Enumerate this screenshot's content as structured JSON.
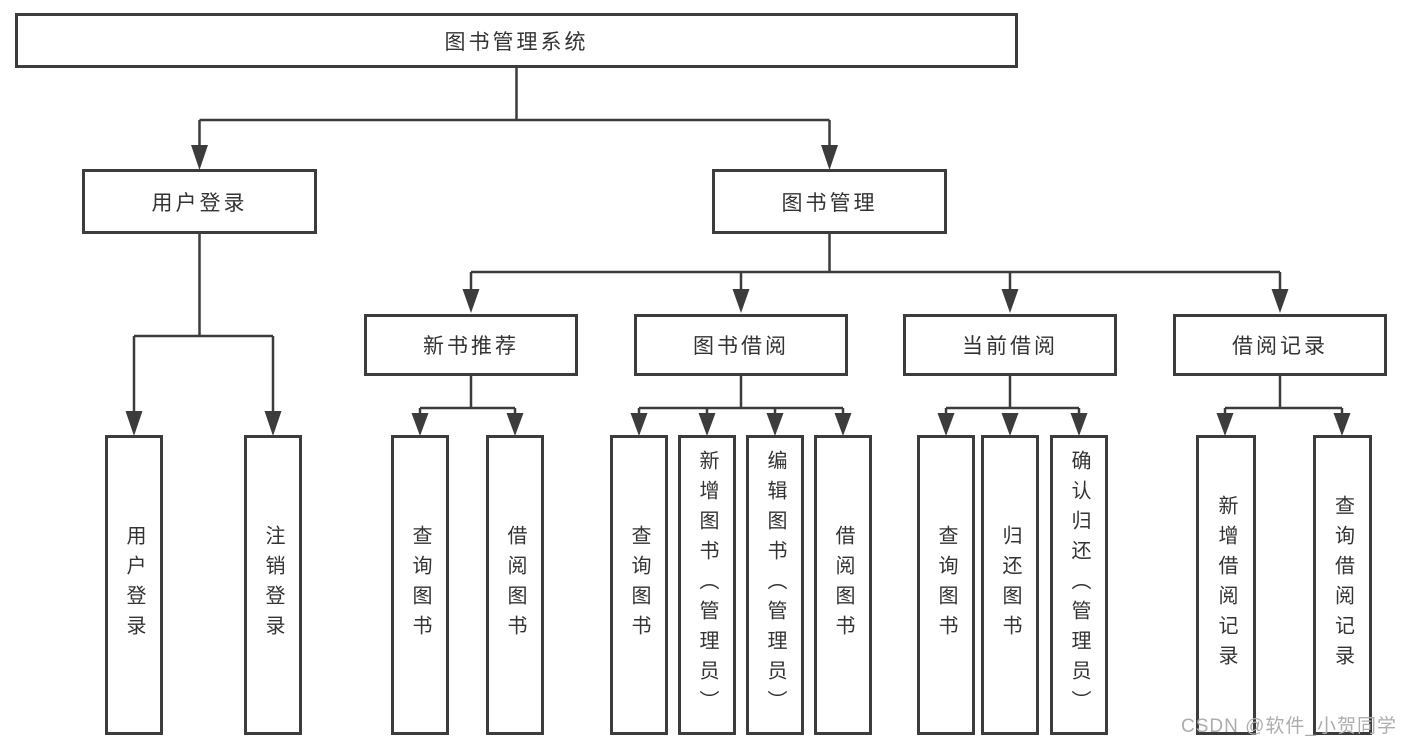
{
  "colors": {
    "line": "#3c3c3c",
    "box_border": "#3c3c3c",
    "box_background": "#ffffff",
    "text": "#333333",
    "watermark": "#adadad"
  },
  "tree": {
    "root": {
      "label": "图书管理系统"
    },
    "branches": [
      {
        "label": "用户登录",
        "children": [
          "用户登录",
          "注销登录"
        ]
      },
      {
        "label": "图书管理",
        "children": [
          {
            "label": "新书推荐",
            "children": [
              "查询图书",
              "借阅图书"
            ]
          },
          {
            "label": "图书借阅",
            "children": [
              "查询图书",
              "新增图书（管理员）",
              "编辑图书（管理员）",
              "借阅图书"
            ]
          },
          {
            "label": "当前借阅",
            "children": [
              "查询图书",
              "归还图书",
              "确认归还（管理员）"
            ]
          },
          {
            "label": "借阅记录",
            "children": [
              "新增借阅记录",
              "查询借阅记录"
            ]
          }
        ]
      }
    ]
  },
  "watermark": {
    "text": "CSDN @软件_小贺同学"
  }
}
